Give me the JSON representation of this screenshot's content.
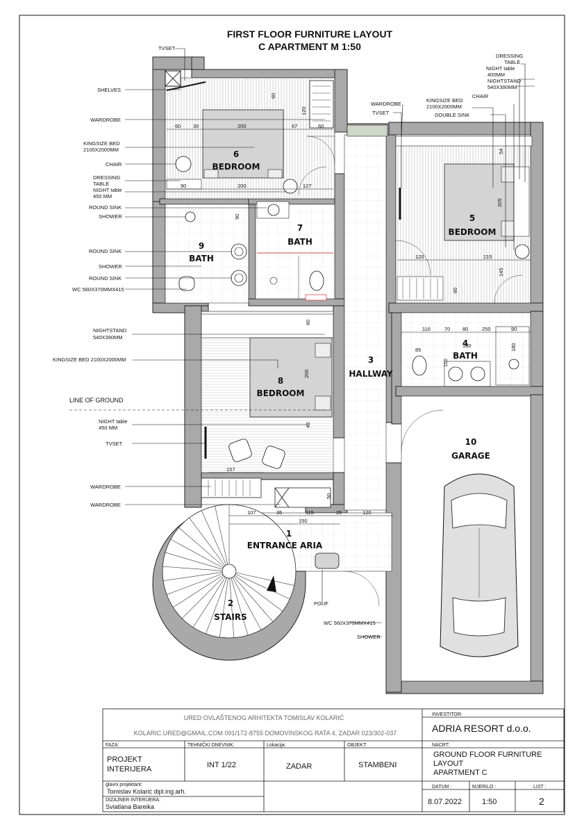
{
  "title": {
    "line1": "FIRST FLOOR FURNITURE LAYOUT",
    "line2": "C APARTMENT M 1:50"
  },
  "rooms": {
    "r1_num": "1",
    "r1_name": "ENTRANCE ARIA",
    "r2_num": "2",
    "r2_name": "STAIRS",
    "r3_num": "3",
    "r3_name": "HALLWAY",
    "r4_num": "4",
    "r4_name": "BATH",
    "r5_num": "5",
    "r5_name": "BEDROOM",
    "r6_num": "6",
    "r6_name": "BEDROOM",
    "r7_num": "7",
    "r7_name": "BATH",
    "r8_num": "8",
    "r8_name": "BEDROOM",
    "r9_num": "9",
    "r9_name": "BATH",
    "r10_num": "10",
    "r10_name": "GARAGE"
  },
  "labels": {
    "tvset_top": "TVSET",
    "shelves": "SHELVES",
    "wardrobe_top": "WARDROBE",
    "kingsize_bed_1": "KINGSIZE BED",
    "kingsize_bed_1b": "2100X2000MM",
    "chair_left": "CHAIR",
    "dressing_1": "DRESSING",
    "dressing_2": "TABLE",
    "night_table_1": "NIGHT table",
    "night_table_1b": "450 MM",
    "round_sink_1": "ROUND SINK",
    "shower_1": "SHOWER",
    "round_sink_2": "ROUND SINK",
    "shower_2": "SHOWER",
    "round_sink_3": "ROUND SINK",
    "wc_1": "WC  560X370MMX415",
    "nightstand_8": "NIGHTSTAND",
    "nightstand_8b": "540X390MM",
    "kingsize_bed_8": "KINGSIZE BED 2100X2000MM",
    "line_of_ground": "LINE OF GROUND",
    "night_table_8": "NIGHT table",
    "night_table_8b": "450 MM",
    "tvset_8": "TVSET",
    "wardrobe_8a": "WARDROBE",
    "wardrobe_8b": "WARDROBE",
    "pouf": "POUF",
    "wc_2": "WC  560X370MMX415",
    "shower_3": "SHOWER",
    "wardrobe_mid": "WARDROBE",
    "tvset_mid": "TVSET",
    "kingsize_bed_5": "KINGSIZE BED",
    "kingsize_bed_5b": "2100X2000MM",
    "double_sink": "DOUBLE SINK",
    "chair_right": "CHAIR",
    "dressing_r1": "DRESSING",
    "dressing_r2": "TABLE",
    "night_table_r": "NIGHT table",
    "night_table_rb": "400MM",
    "nightstand_r": "NIGHTSTAND",
    "nightstand_rb": "540X390MM"
  },
  "dims": {
    "d60a": "60",
    "d30": "30",
    "d200a": "200",
    "d67": "67",
    "d60b": "60",
    "d120a": "120",
    "d60c": "60",
    "d90a": "90",
    "d200b": "200",
    "d127": "127",
    "d90b": "90",
    "d60d": "60",
    "d200c": "200",
    "d45": "45",
    "d157": "157",
    "d50": "50",
    "d107": "107",
    "d35": "35",
    "d115": "115",
    "d25": "25",
    "d150": "150",
    "d120b": "120",
    "d54": "54",
    "d205": "205",
    "d120c": "120",
    "d215": "215",
    "d145": "145",
    "d60e": "60",
    "d116": "116",
    "d70": "70",
    "d80": "80",
    "d250": "250",
    "d90c": "90",
    "d130": "130",
    "d85": "85",
    "d110": "110",
    "d180": "180"
  },
  "title_block": {
    "office": "URED OVLAŠTENOG ARHITEKTA TOMISLAV KOLARIĆ",
    "contact": "KOLARIC.URED@GMAIL.COM 091/172-8755 DOMOVINSKOG RATA 4, ZADAR 023/302-037",
    "investitor_label": "INVESTITOR:",
    "investitor": "ADRIA RESORT d.o.o.",
    "faza_label": "FAZA:",
    "faza_1": "PROJEKT",
    "faza_2": "INTERIJERA",
    "dnevnik_label": "TEHNIČKI DNEVNIK:",
    "dnevnik": "INT 1/22",
    "lokacija_label": "Lokacija:",
    "lokacija": "ZADAR",
    "objekt_label": "OBJEKT:",
    "objekt": "STAMBENI",
    "nacrt_label": "NACRT:",
    "nacrt_1": "GROUND FLOOR FURNITURE",
    "nacrt_2": "LAYOUT",
    "nacrt_3": "APARTMENT C",
    "projektant_label": "glavni projektant:",
    "projektant": "Tomislav Kolarić dipl.ing.arh.",
    "dizajner_label": "DIZAJNER INTERIJERA:",
    "dizajner": "Sviatlana Bareika",
    "datum_label": "DATUM :",
    "datum": "8.07.2022",
    "mjerilo_label": "MJERILO :",
    "mjerilo": "1:50",
    "list_label": "LIST :",
    "list": "2"
  }
}
